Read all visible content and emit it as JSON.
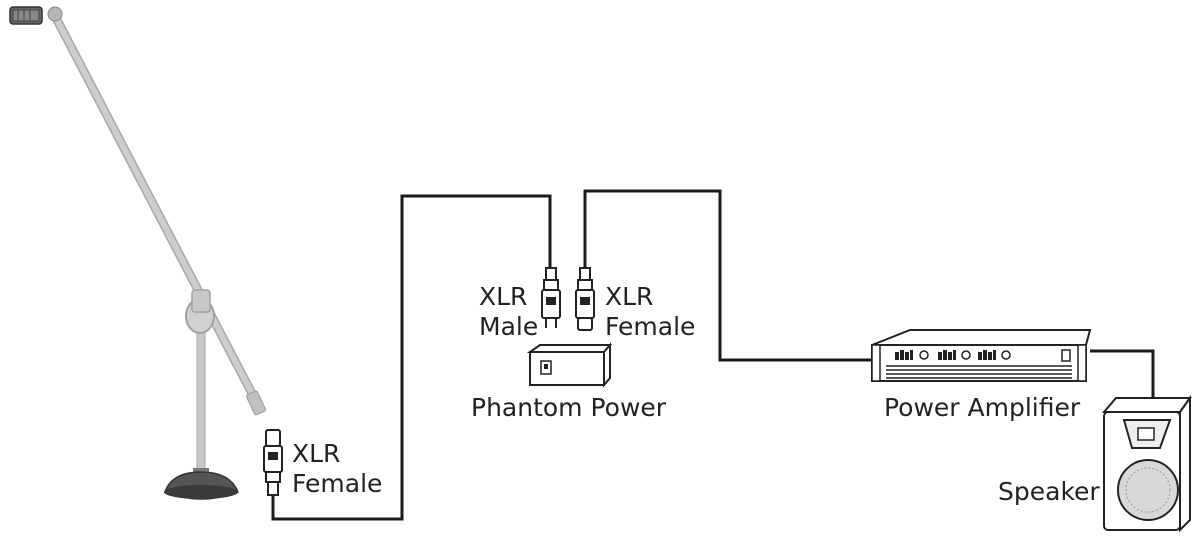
{
  "labels": {
    "mic_xlr_line1": "XLR",
    "mic_xlr_line2": "Female",
    "phantom_in_line1": "XLR",
    "phantom_in_line2": "Male",
    "phantom_out_line1": "XLR",
    "phantom_out_line2": "Female",
    "phantom_power": "Phantom Power",
    "power_amplifier": "Power Amplifier",
    "speaker": "Speaker"
  },
  "colors": {
    "stand": "#c8c8c8",
    "stand_outline": "#a8a8a8",
    "cable": "#1a1a1a",
    "device_fill": "#ffffff",
    "device_stroke": "#222222",
    "base": "#555555"
  }
}
